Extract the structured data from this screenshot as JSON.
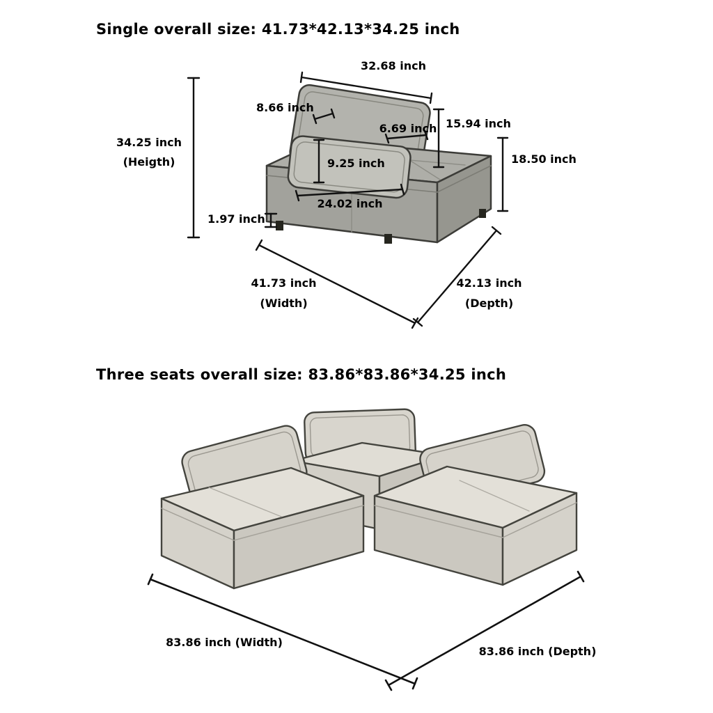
{
  "style": {
    "line_color": "#111111",
    "sofa_gray": "#aeaea8",
    "sofa_cream": "#e3e0d8"
  },
  "single": {
    "title": "Single overall size: 41.73*42.13*34.25 inch",
    "dims": {
      "back_width": "32.68 inch",
      "back_thickness": "8.66 inch",
      "cushion_thickness": "6.69 inch",
      "back_height": "15.94 inch",
      "overall_height": "34.25 inch",
      "overall_height_sub": "(Heigth)",
      "pillow_height": "9.25 inch",
      "seat_height": "18.50 inch",
      "pillow_width": "24.02 inch",
      "leg_height": "1.97 inch",
      "overall_width": "41.73 inch",
      "overall_width_sub": "(Width)",
      "overall_depth": "42.13 inch",
      "overall_depth_sub": "(Depth)"
    }
  },
  "three_seats": {
    "title": "Three seats overall size: 83.86*83.86*34.25 inch",
    "dims": {
      "overall_width": "83.86 inch (Width)",
      "overall_depth": "83.86 inch (Depth)"
    }
  }
}
